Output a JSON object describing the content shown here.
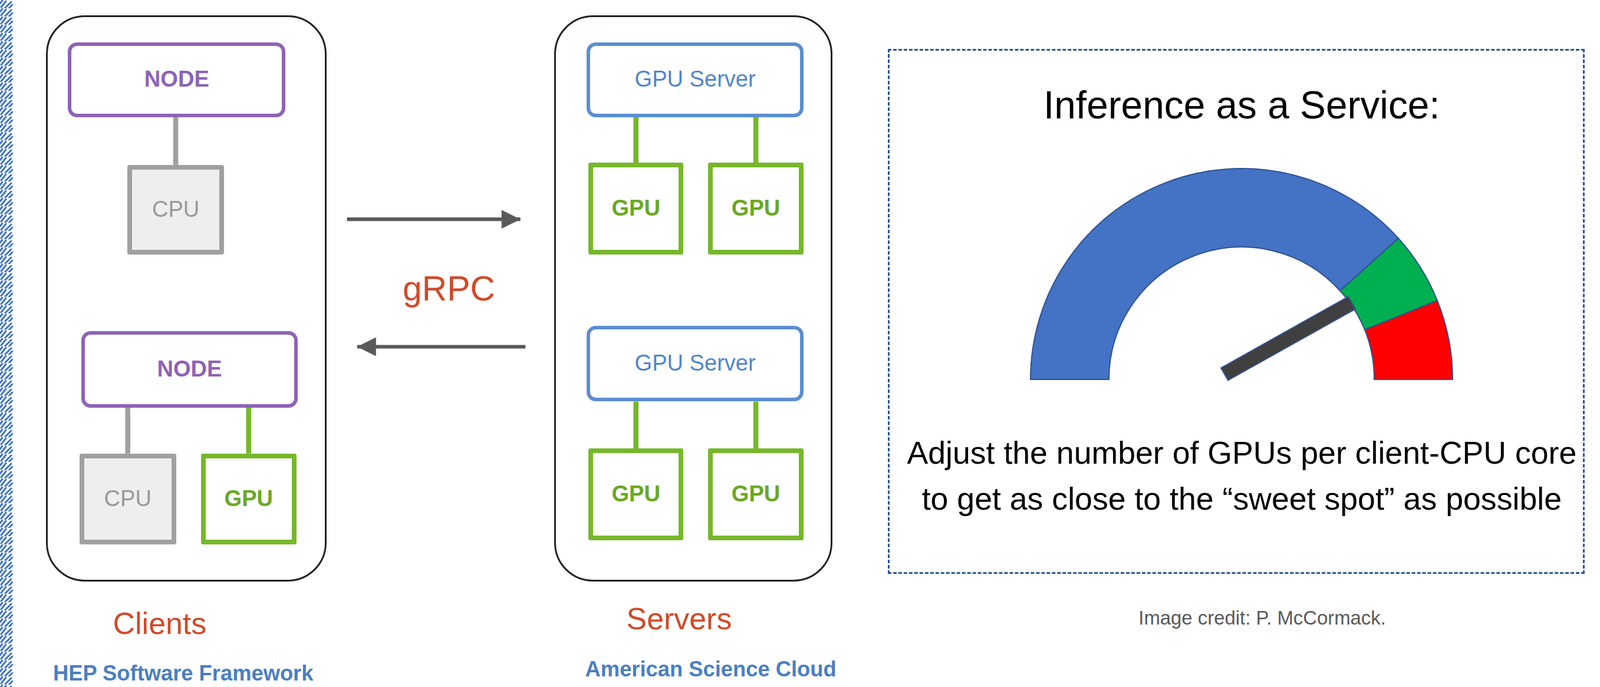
{
  "diagram": {
    "nodes": [
      {
        "text": [
          "Clients",
          "HEP Software Framework"
        ]
      },
      {
        "text": [
          "NODE"
        ],
        "in": 0
      },
      {
        "text": [
          "CPU"
        ],
        "in": 0
      },
      {
        "text": [
          "NODE"
        ],
        "in": 0
      },
      {
        "text": [
          "CPU"
        ],
        "in": 0
      },
      {
        "text": [
          "GPU"
        ],
        "in": 0
      },
      {
        "text": [
          "Servers",
          "American Science Cloud"
        ]
      },
      {
        "text": [
          "GPU Server"
        ],
        "in": 6
      },
      {
        "text": [
          "GPU"
        ],
        "in": 6
      },
      {
        "text": [
          "GPU"
        ],
        "in": 6
      },
      {
        "text": [
          "GPU Server"
        ],
        "in": 6
      },
      {
        "text": [
          "GPU"
        ],
        "in": 6
      },
      {
        "text": [
          "GPU"
        ],
        "in": 6
      },
      {
        "text": [
          "Inference as a Service:",
          "Adjust the number of GPUs per client-CPU core to get as close to the “sweet spot” as possible"
        ]
      }
    ],
    "edges": [
      {
        "from": 0,
        "to": 6,
        "arrow": "to"
      },
      {
        "from": 6,
        "to": 0,
        "arrow": "to"
      },
      {
        "from": 1,
        "to": 2,
        "arrow": "none"
      },
      {
        "from": 3,
        "to": 4,
        "arrow": "none"
      },
      {
        "from": 3,
        "to": 5,
        "arrow": "none"
      },
      {
        "from": 7,
        "to": 8,
        "arrow": "none"
      },
      {
        "from": 7,
        "to": 9,
        "arrow": "none"
      },
      {
        "from": 10,
        "to": 11,
        "arrow": "none"
      },
      {
        "from": 10,
        "to": 12,
        "arrow": "none"
      }
    ],
    "labels": [
      "gRPC",
      "Image credit: P. McCormack."
    ]
  }
}
